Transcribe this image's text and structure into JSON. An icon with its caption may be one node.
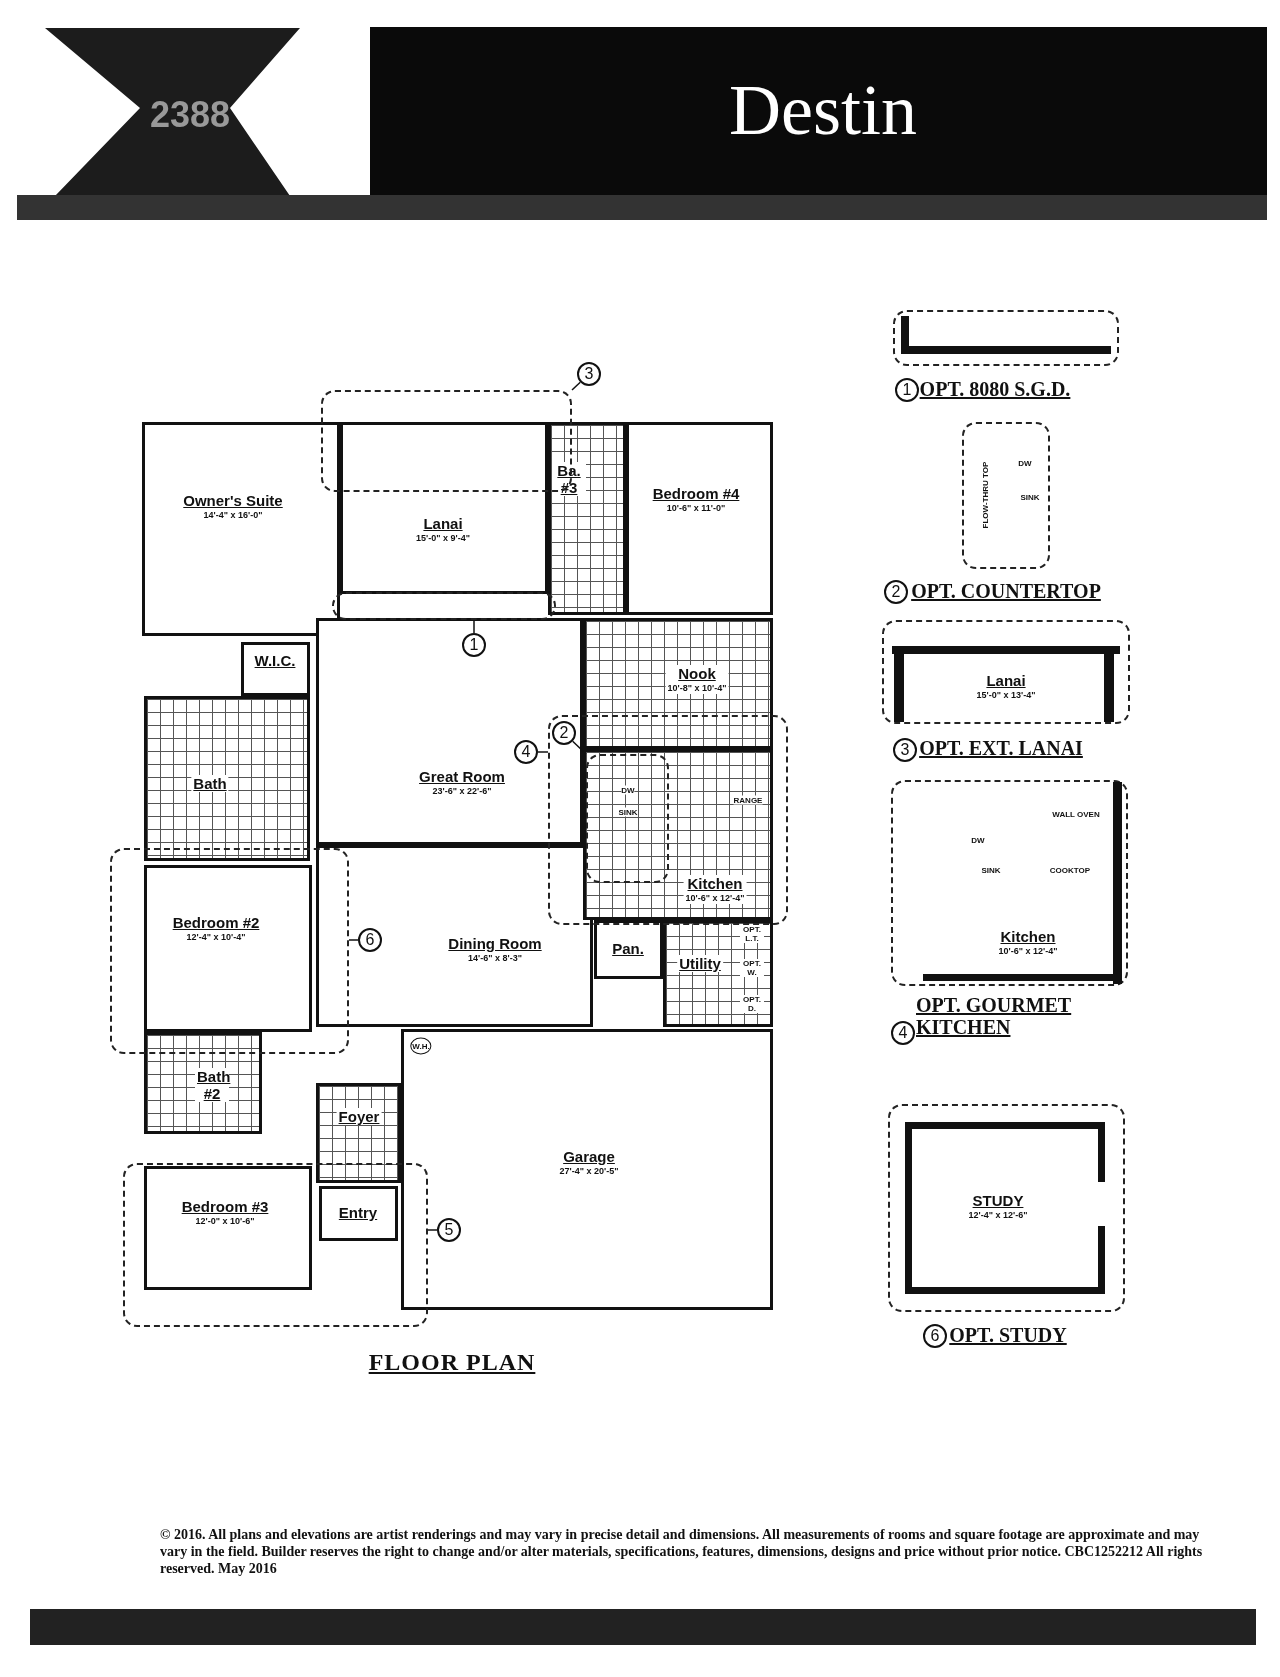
{
  "diagram": {
    "title": "Destin",
    "nodes": [
      {
        "text": [
          "Owner's Suite",
          "14'-4\" x 16'-0\""
        ]
      },
      {
        "text": [
          "Lanai",
          "15'-0\" x 9'-4\""
        ]
      },
      {
        "text": [
          "Ba. #3"
        ]
      },
      {
        "text": [
          "Bedroom #4",
          "10'-6\" x 11'-0\""
        ]
      },
      {
        "text": [
          "W.I.C."
        ]
      },
      {
        "text": [
          "Nook",
          "10'-8\" x 10'-4\""
        ]
      },
      {
        "text": [
          "Bath"
        ]
      },
      {
        "text": [
          "Great Room",
          "23'-6\" x 22'-6\""
        ]
      },
      {
        "text": [
          "Kitchen",
          "10'-6\" x 12'-4\""
        ],
        "in": 23
      },
      {
        "text": [
          "Bedroom #2",
          "12'-4\" x 10'-4\""
        ],
        "in": 27
      },
      {
        "text": [
          "Dining Room",
          "14'-6\" x 8'-3\""
        ]
      },
      {
        "text": [
          "Pan."
        ]
      },
      {
        "text": [
          "Utility"
        ]
      },
      {
        "text": [
          "Bath #2"
        ]
      },
      {
        "text": [
          "Foyer"
        ]
      },
      {
        "text": [
          "Garage",
          "27'-4\" x 20'-5\""
        ]
      },
      {
        "text": [
          "Entry"
        ],
        "in": 29
      },
      {
        "text": [
          "Bedroom #3",
          "12'-0\" x 10'-6\""
        ],
        "in": 29
      },
      {
        "text": [
          "1"
        ],
        "in": 7
      },
      {
        "text": [],
        "shape": "box"
      },
      {
        "text": [
          "2"
        ]
      },
      {
        "text": [],
        "shape": "box"
      },
      {
        "text": [
          "3"
        ]
      },
      {
        "text": [],
        "shape": "box"
      },
      {
        "text": [
          "4"
        ],
        "in": 7
      },
      {
        "text": [],
        "shape": "box",
        "in": 8
      },
      {
        "text": [
          "5"
        ],
        "in": 15
      },
      {
        "text": [],
        "shape": "box"
      },
      {
        "text": [
          "6"
        ],
        "in": 10
      },
      {
        "text": [],
        "shape": "box"
      },
      {
        "text": [],
        "shape": "picture"
      },
      {
        "text": [],
        "shape": "picture"
      },
      {
        "text": [
          "Lanai",
          "15'-0\" x 13'-4\""
        ]
      },
      {
        "text": [
          "Kitchen",
          "10'-6\" x 12'-4\""
        ]
      },
      {
        "text": [
          "STUDY",
          "12'-4\" x 12'-6\""
        ]
      },
      {
        "text": [
          "1"
        ]
      },
      {
        "text": [
          "2"
        ]
      },
      {
        "text": [
          "3"
        ]
      },
      {
        "text": [
          "4"
        ]
      },
      {
        "text": [
          "6"
        ]
      }
    ],
    "edges": [
      {
        "from": 18,
        "to": 21,
        "arrow": "none"
      },
      {
        "from": 20,
        "to": 25,
        "arrow": "none"
      },
      {
        "from": 22,
        "to": 19,
        "arrow": "none"
      },
      {
        "from": 24,
        "to": 23,
        "arrow": "none"
      },
      {
        "from": 26,
        "to": 29,
        "arrow": "none"
      },
      {
        "from": 28,
        "to": 27,
        "arrow": "none"
      }
    ],
    "labels": [
      "2388",
      "DW",
      "SINK",
      "RANGE",
      "OPT. L.T.",
      "OPT. W.",
      "OPT. D.",
      "W.H.",
      "FLOOR PLAN",
      "FLOW-THRU TOP",
      "DW",
      "SINK",
      "WALL OVEN",
      "COOKTOP",
      "DW",
      "SINK",
      "© 2016. All plans and elevations are artist renderings and may vary in precise detail and dimensions. All measurements of rooms and square footage are approximate and may vary in the field. Builder reserves the right to change and/or alter materials, specifications, features, dimensions, designs and price without prior notice. CBC1252212 All rights reserved. May 2016",
      "OPT. 8080 S.G.D.",
      "OPT. COUNTERTOP",
      "OPT. EXT. LANAI",
      "OPT. GOURMET KITCHEN",
      "OPT. STUDY"
    ]
  }
}
